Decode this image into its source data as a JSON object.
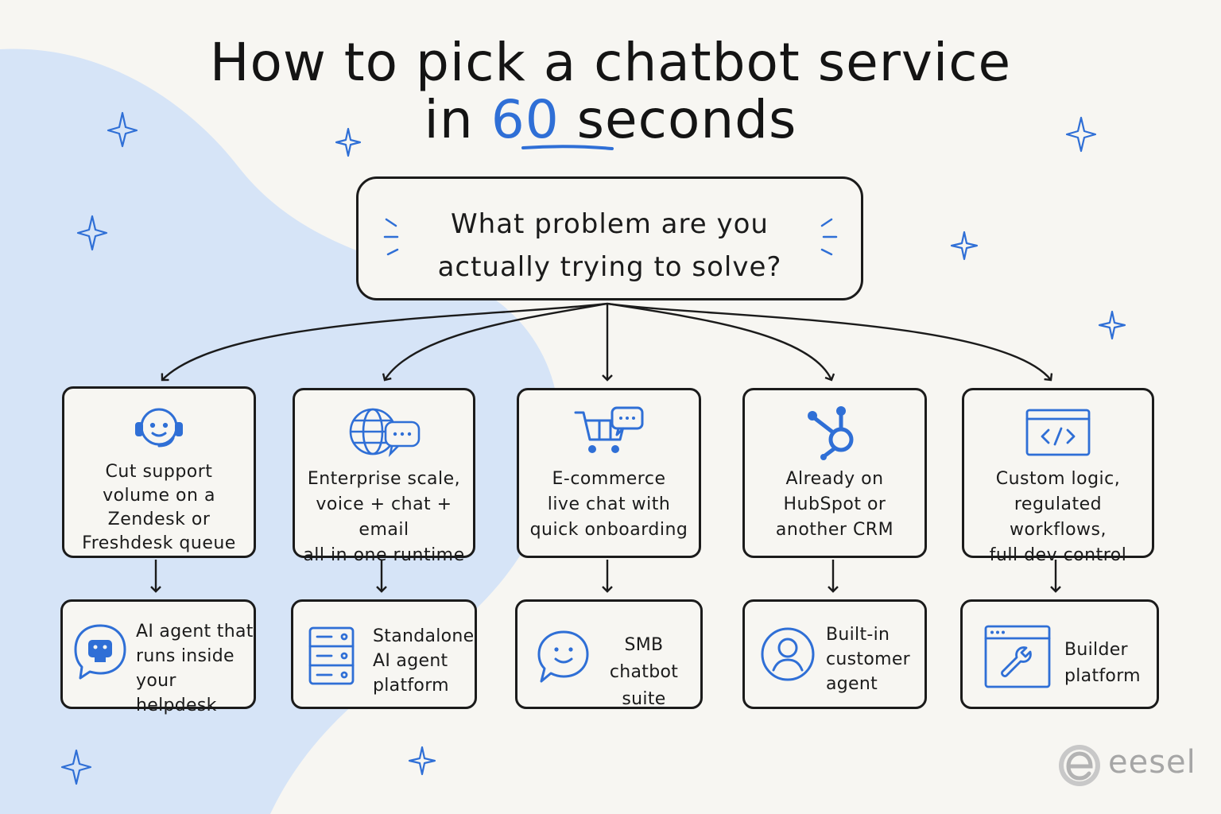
{
  "title": {
    "line1": "How to pick a chatbot service",
    "line2_before": "in ",
    "line2_accent": "60",
    "line2_after": " seconds"
  },
  "question": {
    "line1": "What problem are you",
    "line2": "actually trying to solve?"
  },
  "branches": [
    {
      "icon": "headset-agent-icon",
      "problem": [
        "Cut support",
        "volume on a",
        "Zendesk or",
        "Freshdesk queue"
      ],
      "result_icon": "bot-chat-icon",
      "result": [
        "AI agent that",
        "runs inside your",
        "helpdesk"
      ]
    },
    {
      "icon": "globe-chat-icon",
      "problem": [
        "Enterprise scale,",
        "voice + chat + email",
        "all in one runtime"
      ],
      "result_icon": "server-stack-icon",
      "result": [
        "Standalone",
        "AI agent",
        "platform"
      ]
    },
    {
      "icon": "shopping-cart-chat-icon",
      "problem": [
        "E-commerce",
        "live chat with",
        "quick onboarding"
      ],
      "result_icon": "smiley-chat-icon",
      "result": [
        "SMB",
        "chatbot suite"
      ]
    },
    {
      "icon": "hubspot-icon",
      "problem": [
        "Already on",
        "HubSpot or",
        "another CRM"
      ],
      "result_icon": "user-circle-icon",
      "result": [
        "Built-in",
        "customer",
        "agent"
      ]
    },
    {
      "icon": "code-window-icon",
      "problem": [
        "Custom logic,",
        "regulated workflows,",
        "full dev control"
      ],
      "result_icon": "wrench-window-icon",
      "result": [
        "Builder",
        "platform"
      ]
    }
  ],
  "brand": {
    "name": "eesel",
    "icon": "eesel-logo-icon"
  },
  "colors": {
    "accent": "#2f6fd6",
    "blob": "#d6e4f7",
    "ink": "#1b1b1b",
    "background": "#f7f6f2"
  }
}
